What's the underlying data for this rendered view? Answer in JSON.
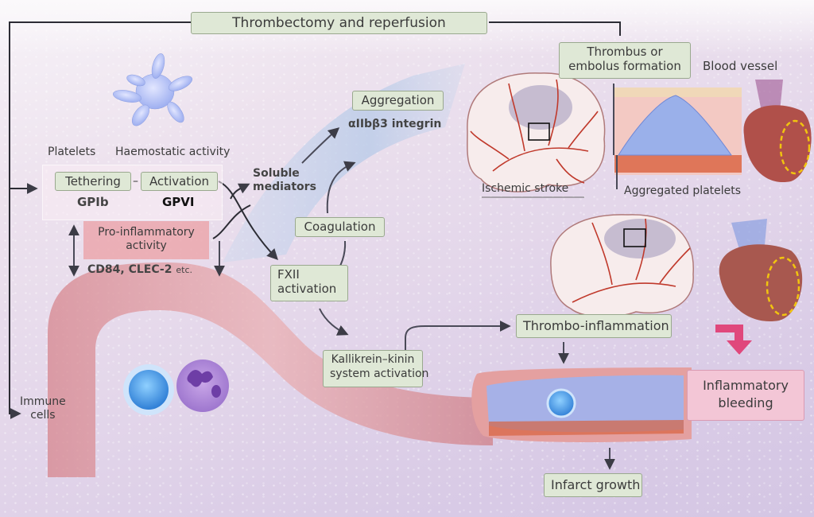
{
  "title_box": "Thrombectomy and reperfusion",
  "left_panel": {
    "platelets_label": "Platelets",
    "haemostatic_label": "Haemostatic activity",
    "tethering": "Tethering",
    "activation": "Activation",
    "gpib": "GPIb",
    "gpvi": "GPVI",
    "pro_inflammatory": [
      "Pro-inflammatory",
      "activity"
    ],
    "receptors": "CD84, CLEC-2",
    "receptors_suffix": "etc.",
    "immune_cells": [
      "Immune",
      "cells"
    ]
  },
  "center": {
    "soluble_mediators": [
      "Soluble",
      "mediators"
    ],
    "aggregation": "Aggregation",
    "integrin": "αIIbβ3 integrin",
    "coagulation": "Coagulation",
    "fxii": [
      "FXII",
      "activation"
    ],
    "kallikrein": [
      "Kallikrein–kinin",
      "system activation"
    ]
  },
  "right": {
    "thrombus": [
      "Thrombus or",
      "embolus formation"
    ],
    "blood_vessel": "Blood vessel",
    "ischemic_stroke": "Ischemic stroke",
    "aggregated_platelets": "Aggregated platelets",
    "thrombo_inflammation": "Thrombo-inflammation",
    "inflammatory_bleeding": [
      "Inflammatory",
      "bleeding"
    ],
    "infarct_growth": "Infarct growth"
  },
  "colors": {
    "box_fill": "#dfe8d6",
    "pink_box": "#f3c6d6",
    "pink_arrow": "#e0487c",
    "vessel": "#d98a8f",
    "platelet": "#9fb2ee",
    "artery": "#c0392b"
  }
}
